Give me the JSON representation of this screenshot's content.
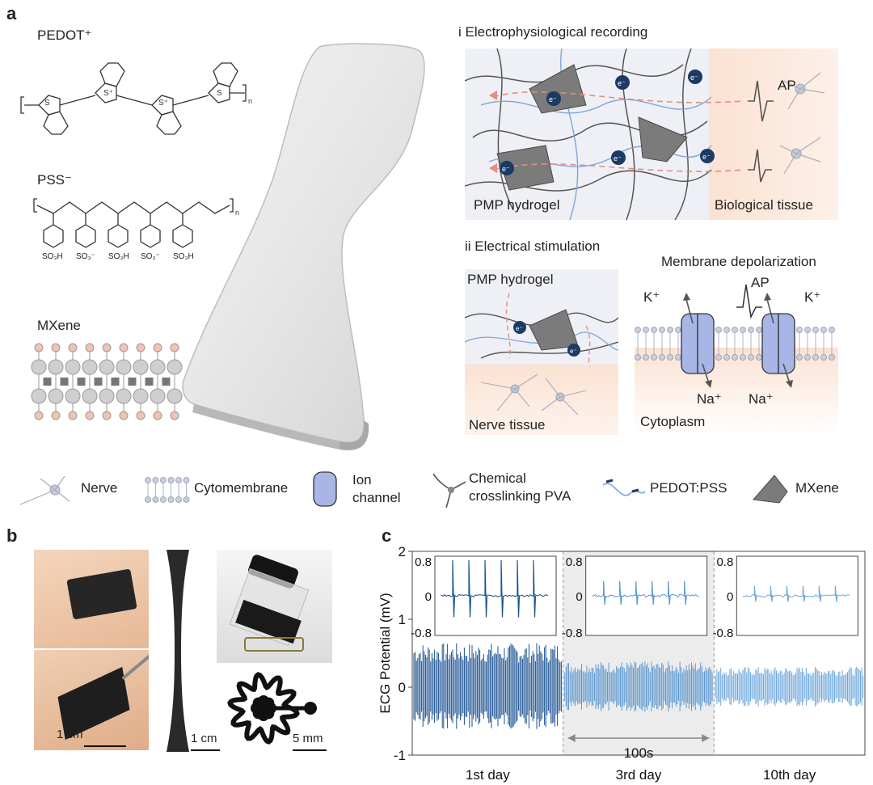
{
  "panels": {
    "a": "a",
    "b": "b",
    "c": "c"
  },
  "chem": {
    "pedot": "PEDOT⁺",
    "pss": "PSS⁻",
    "mxene": "MXene",
    "pss_groups": [
      "SO₃H",
      "SO₃⁻",
      "SO₃H",
      "SO₃⁻",
      "SO₃H"
    ],
    "n": "n"
  },
  "recording": {
    "title": "i Electrophysiological recording",
    "hydrogel": "PMP hydrogel",
    "tissue": "Biological tissue",
    "ap": "AP",
    "electron": "e⁻"
  },
  "stimulation": {
    "title": "ii Electrical stimulation",
    "hydrogel": "PMP hydrogel",
    "nerve_tissue": "Nerve tissue",
    "membrane_title": "Membrane depolarization",
    "ap": "AP",
    "k1": "K⁺",
    "k2": "K⁺",
    "na1": "Na⁺",
    "na2": "Na⁺",
    "cytoplasm": "Cytoplasm"
  },
  "legend": [
    {
      "icon": "nerve-icon",
      "label": "Nerve"
    },
    {
      "icon": "cytomembrane-icon",
      "label": "Cytomembrane"
    },
    {
      "icon": "ion-channel-icon",
      "label": "Ion channel"
    },
    {
      "icon": "pva-crosslink-icon",
      "label": "Chemical crosslinking PVA"
    },
    {
      "icon": "pedot-pss-icon",
      "label": "PEDOT:PSS"
    },
    {
      "icon": "mxene-icon",
      "label": "MXene"
    }
  ],
  "legend_lines": {
    "ion1": "Ion",
    "ion2": "channel",
    "pva1": "Chemical",
    "pva2": "crosslinking PVA"
  },
  "photos": {
    "scale1": "1 cm",
    "scale2": "1 cm",
    "scale3": "5 mm"
  },
  "chart_data": {
    "type": "line",
    "ylabel": "ECG Potential (mV)",
    "ylim": [
      -1,
      2
    ],
    "yticks": [
      "2",
      "1",
      "0",
      "-1"
    ],
    "ytick_values": [
      2,
      1,
      0,
      -1
    ],
    "segments": [
      {
        "name": "1st day",
        "color": "#1a5190",
        "amplitude": 0.65
      },
      {
        "name": "3rd day",
        "color": "#5e98cf",
        "amplitude": 0.38
      },
      {
        "name": "10th day",
        "color": "#6fa8dc",
        "amplitude": 0.3
      }
    ],
    "interval_label": "100s",
    "inset": {
      "ylim": [
        -0.8,
        0.8
      ],
      "yticks": [
        "0.8",
        "0",
        "-0.8"
      ],
      "ytick_values": [
        0.8,
        0,
        -0.8
      ],
      "spike_amplitudes": [
        0.72,
        0.3,
        0.2
      ]
    }
  },
  "colors": {
    "hydrogel_bg": "#eef0f6",
    "tissue_bg": "#fbe4d6",
    "electron": "#1b3a66",
    "ion_channel": "#a7b6e6",
    "dark_series": "#1a5190",
    "light_series": "#6fa8dc"
  }
}
